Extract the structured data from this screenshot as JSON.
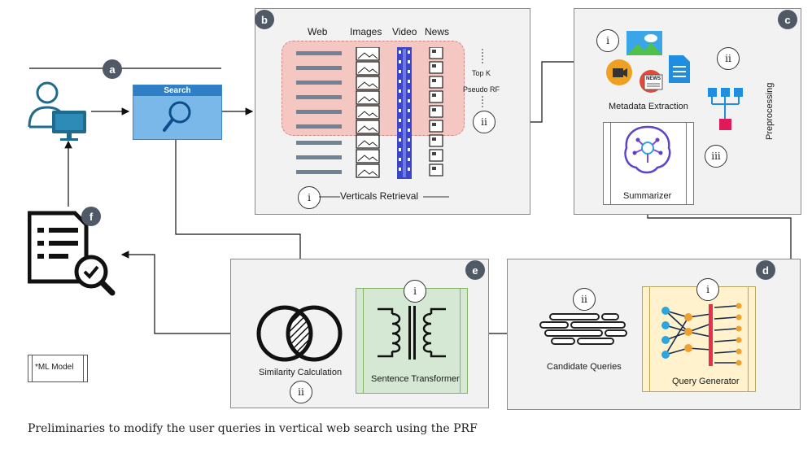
{
  "panels": {
    "a": {
      "badge": "a",
      "search_label": "Search"
    },
    "b": {
      "badge": "b",
      "col_web": "Web",
      "col_images": "Images",
      "col_video": "Video",
      "col_news": "News",
      "top_k": "Top K",
      "pseudo_rf": "Pseudo RF",
      "roman_i": "i",
      "roman_ii": "ii",
      "verticals_retrieval": "Verticals Retrieval"
    },
    "c": {
      "badge": "c",
      "roman_i": "i",
      "roman_ii": "ii",
      "roman_iii": "iii",
      "metadata_extraction": "Metadata Extraction",
      "preprocessing": "Preprocessing",
      "summarizer": "Summarizer",
      "news_icon_text": "NEWS"
    },
    "d": {
      "badge": "d",
      "roman_i": "i",
      "roman_ii": "ii",
      "candidate_queries": "Candidate Queries",
      "query_generator": "Query Generator"
    },
    "e": {
      "badge": "e",
      "roman_i": "i",
      "roman_ii": "ii",
      "sentence_transformer": "Sentence Transformer",
      "similarity_calculation": "Similarity Calculation"
    },
    "f": {
      "badge": "f"
    }
  },
  "legend": {
    "ml_model": "*ML Model"
  },
  "caption": "Preliminaries to modify the user queries in vertical web search using the PRF",
  "colors": {
    "badge": "#505a66",
    "search_blue": "#4a9fe0",
    "pink_highlight": "#f4c7c3",
    "green_block": "#d5e8d4",
    "yellow_block": "#fff2cc",
    "user_blue": "#1f6b8e"
  }
}
